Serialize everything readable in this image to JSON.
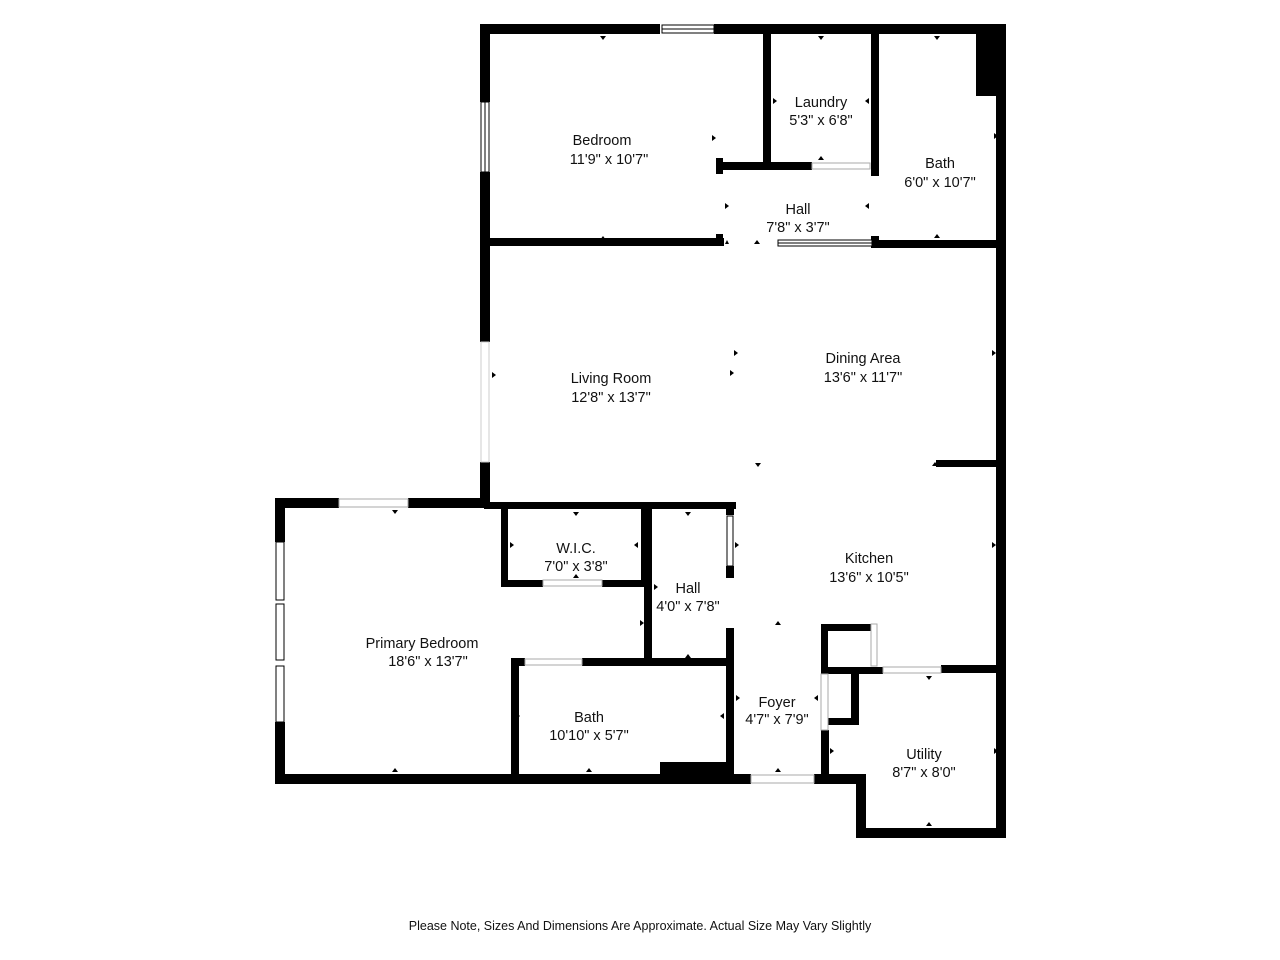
{
  "rooms": {
    "bedroom": {
      "name": "Bedroom",
      "dims": "11'9\" x 10'7\""
    },
    "laundry": {
      "name": "Laundry",
      "dims": "5'3\" x 6'8\""
    },
    "bath_upper": {
      "name": "Bath",
      "dims": "6'0\" x 10'7\""
    },
    "hall_upper": {
      "name": "Hall",
      "dims": "7'8\" x 3'7\""
    },
    "living_room": {
      "name": "Living Room",
      "dims": "12'8\" x 13'7\""
    },
    "dining_area": {
      "name": "Dining Area",
      "dims": "13'6\" x 11'7\""
    },
    "wic": {
      "name": "W.I.C.",
      "dims": "7'0\" x 3'8\""
    },
    "hall_lower": {
      "name": "Hall",
      "dims": "4'0\" x 7'8\""
    },
    "kitchen": {
      "name": "Kitchen",
      "dims": "13'6\" x 10'5\""
    },
    "primary_bedroom": {
      "name": "Primary Bedroom",
      "dims": "18'6\" x 13'7\""
    },
    "bath_lower": {
      "name": "Bath",
      "dims": "10'10\" x 5'7\""
    },
    "foyer": {
      "name": "Foyer",
      "dims": "4'7\" x 7'9\""
    },
    "utility": {
      "name": "Utility",
      "dims": "8'7\" x 8'0\""
    }
  },
  "footer_note": "Please Note, Sizes And Dimensions Are Approximate. Actual Size May Vary Slightly",
  "colors": {
    "wall": "#000000",
    "background": "#ffffff",
    "text": "#111111"
  }
}
